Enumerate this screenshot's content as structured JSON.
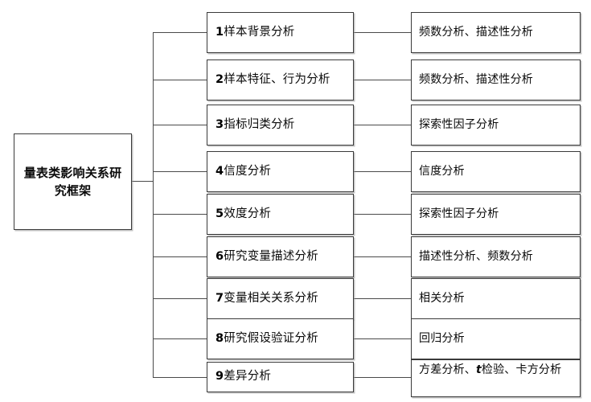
{
  "diagram": {
    "root": {
      "label": "量表类影响关系研究框架"
    },
    "steps": [
      {
        "num": "1",
        "label": "样本背景分析",
        "method": "频数分析、描述性分析"
      },
      {
        "num": "2",
        "label": "样本特征、行为分析",
        "method": "频数分析、描述性分析"
      },
      {
        "num": "3",
        "label": "指标归类分析",
        "method": "探索性因子分析"
      },
      {
        "num": "4",
        "label": "信度分析",
        "method": "信度分析"
      },
      {
        "num": "5",
        "label": "效度分析",
        "method": "探索性因子分析"
      },
      {
        "num": "6",
        "label": "研究变量描述分析",
        "method": "描述性分析、频数分析"
      },
      {
        "num": "7",
        "label": "变量相关关系分析",
        "method": "相关分析"
      },
      {
        "num": "8",
        "label": "研究假设验证分析",
        "method": "回归分析"
      },
      {
        "num": "9",
        "label": "差异分析",
        "method_parts": {
          "pre": "方差分析、",
          "italic": "t",
          "post": "检验、卡方分析"
        }
      }
    ],
    "colors": {
      "border": "#3a3a3a",
      "line": "#4a4a4a",
      "text": "#0a0a0a",
      "background": "#ffffff"
    }
  }
}
